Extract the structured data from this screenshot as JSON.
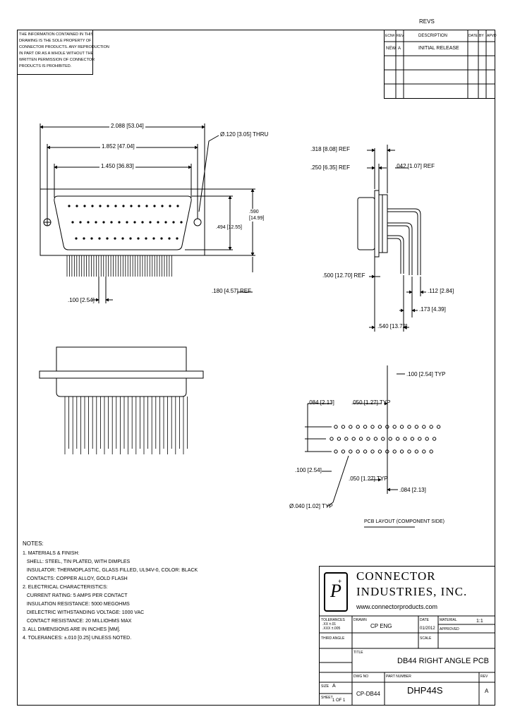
{
  "header": {
    "top_label": "REVS"
  },
  "revision_table": {
    "headers": [
      "ECN#",
      "REV",
      "DESCRIPTION",
      "DATE",
      "BY",
      "APVD"
    ],
    "rows": [
      [
        "NEW",
        "A",
        "INITIAL RELEASE",
        "",
        "",
        ""
      ],
      [
        "",
        "",
        "",
        "",
        "",
        ""
      ],
      [
        "",
        "",
        "",
        "",
        "",
        ""
      ]
    ]
  },
  "confidential_notice": [
    "THE INFORMATION CONTAINED IN THIS",
    "DRAWING IS THE SOLE PROPERTY OF",
    "CONNECTOR PRODUCTS. ANY REPRODUCTION",
    "IN PART OR AS A WHOLE WITHOUT THE",
    "WRITTEN PERMISSION OF CONNECTOR",
    "PRODUCTS IS PROHIBITED."
  ],
  "front_view": {
    "dim_overall": "2.088 [53.04]",
    "dim_mounting": "1.852 [47.04]",
    "dim_shell": "1.450 [36.83]",
    "dim_hole": "Ø.120 [3.05] THRU",
    "dim_inner_height": ".494 [12.55]",
    "dim_outer_height": ".590 [14.99]",
    "dim_pitch_bottom": ".100 [2.54]",
    "dim_row_offset": ".180 [4.57] REF"
  },
  "side_view": {
    "dim_top1": ".318 [8.08] REF",
    "dim_top2": ".250 [6.35] REF",
    "dim_flange": ".042 [1.07] REF",
    "dim_body": ".500 [12.70] REF",
    "dim_tail1": ".112 [2.84]",
    "dim_tail2": ".173 [4.39]",
    "dim_total": ".540 [13.72]"
  },
  "pcb_layout": {
    "dim_top": ".100 [2.54] TYP",
    "dim_left": ".084 [2.13]",
    "dim_mid": ".050 [1.27] TYP",
    "dim_row": ".100 [2.54]",
    "dim_pitch": ".050 [1.27] TYP",
    "dim_right": ".084 [2.13]",
    "dim_hole": "Ø.040 [1.02] TYP",
    "caption": "PCB LAYOUT (COMPONENT SIDE)"
  },
  "notes": {
    "heading": "NOTES:",
    "lines": [
      "1. MATERIALS & FINISH:",
      "   SHELL: STEEL, TIN PLATED, WITH DIMPLES",
      "   INSULATOR: THERMOPLASTIC, GLASS FILLED, UL94V-0, COLOR: BLACK",
      "   CONTACTS: COPPER ALLOY, GOLD FLASH",
      "2. ELECTRICAL CHARACTERISTICS:",
      "   CURRENT RATING: 5 AMPS PER CONTACT",
      "   INSULATION RESISTANCE: 5000 MEGOHMS",
      "   DIELECTRIC WITHSTANDING VOLTAGE: 1000 VAC",
      "   CONTACT RESISTANCE: 20 MILLIOHMS MAX",
      "3. ALL DIMENSIONS ARE IN INCHES [MM].",
      "4. TOLERANCES: ±.010 [0.25] UNLESS NOTED."
    ]
  },
  "title_block": {
    "company_line1": "CONNECTOR",
    "company_line2": "INDUSTRIES, INC.",
    "website": "www.connectorproducts.com",
    "logo_letter": "P",
    "tolerance_label": "TOLERANCES",
    "tolerance_values": ".XX ±.01\n.XXX ±.005",
    "drawn_label": "DRAWN",
    "drawn_value": "CP ENG",
    "date_label": "DATE",
    "date_value": "01/2012",
    "material_label": "MATERIAL",
    "scale_label": "SCALE",
    "scale_value": "1:1",
    "approved_label": "APPROVED",
    "title_label": "TITLE",
    "title_value": "DB44 RIGHT ANGLE PCB",
    "third_angle": "THIRD ANGLE",
    "size_label": "SIZE",
    "size_value": "A",
    "dwg_label": "DWG NO",
    "dwg_value": "CP-DB44",
    "part_label": "PART NUMBER",
    "part_value": "DHP44S",
    "rev_label": "REV",
    "rev_value": "A",
    "sheet_label": "SHEET",
    "sheet_value": "1 OF 1"
  }
}
